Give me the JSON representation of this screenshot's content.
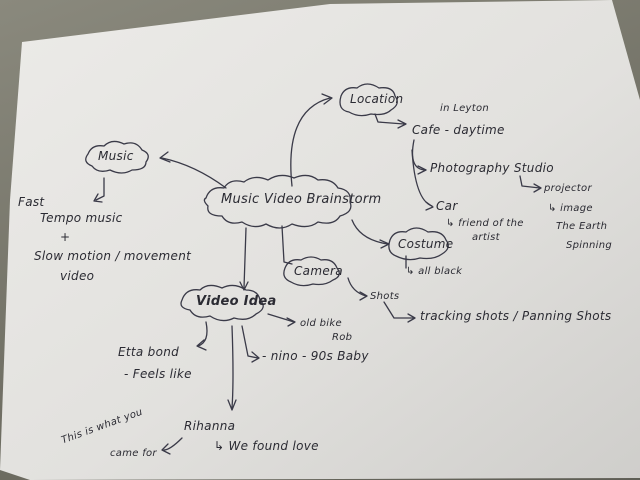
{
  "mindmap": {
    "central": "Music Video Brainstorm",
    "music": {
      "label": "Music",
      "fast_line1": "Fast",
      "fast_line2": "Tempo music",
      "plus": "+",
      "slow_line1": "Slow motion / movement",
      "slow_line2": "video"
    },
    "location": {
      "label": "Location",
      "in_leyton": "in Leyton",
      "cafe": "Cafe - daytime",
      "studio": "Photography Studio",
      "projector": "projector",
      "image_line1": "↳ image",
      "image_line2": "The Earth",
      "image_line3": "Spinning",
      "car": "Car",
      "friend_line1": "↳ friend of the",
      "friend_line2": "artist"
    },
    "costume": {
      "label": "Costume",
      "all_black": "↳ all black"
    },
    "camera": {
      "label": "Camera",
      "shots": "Shots",
      "tracking": "tracking shots / Panning Shots"
    },
    "video_idea": {
      "label": "Video Idea",
      "old_bike_line1": "old bike",
      "old_bike_line2": "Rob",
      "etta_line1": "Etta bond",
      "etta_line2": "- Feels like",
      "nino": "- nino - 90s Baby",
      "rihanna": "Rihanna",
      "this_is_line1": "This is what you",
      "this_is_line2": "came for",
      "we_found_love": "↳ We found love"
    }
  }
}
